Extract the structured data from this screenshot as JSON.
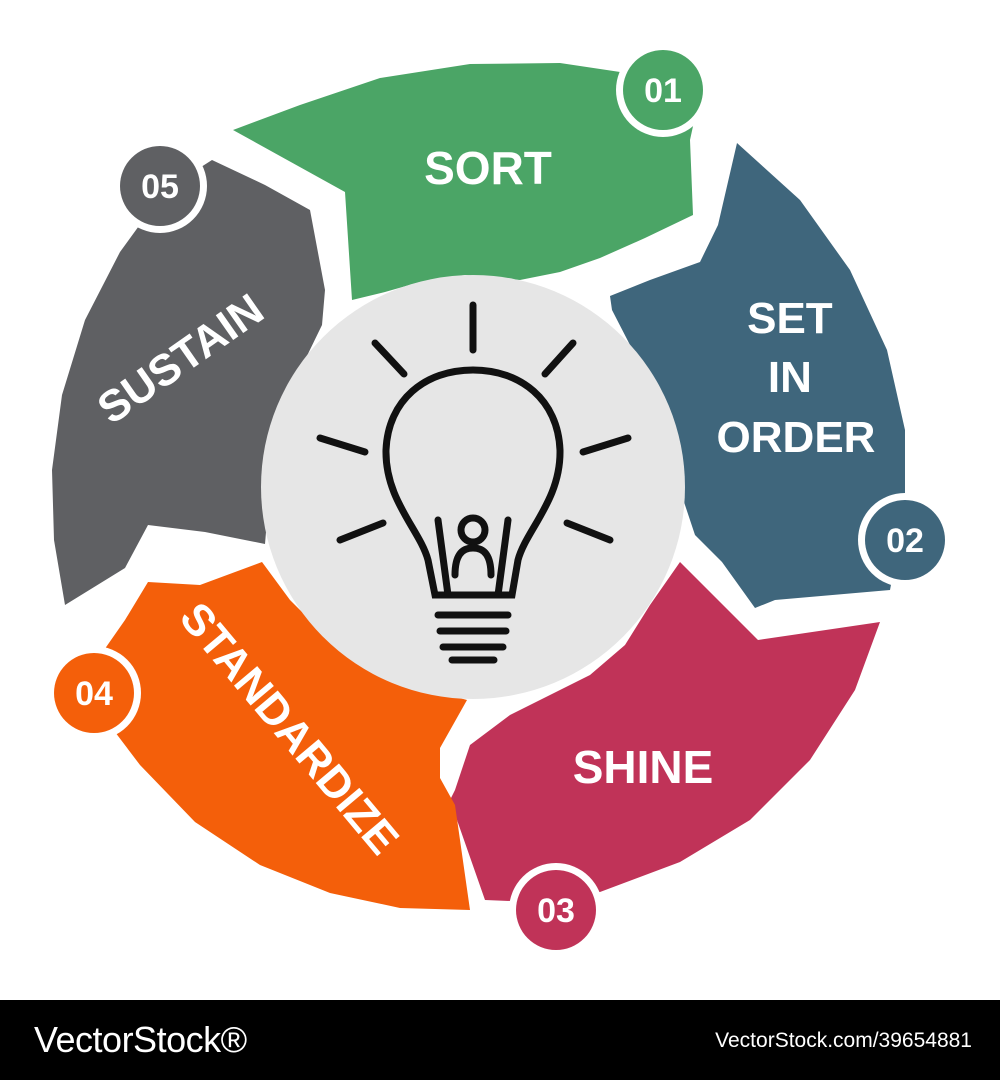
{
  "diagram": {
    "colors": {
      "sort": "#4ba566",
      "set_in_order": "#3f667c",
      "shine": "#c03358",
      "standardize": "#f45f0a",
      "sustain": "#5f6063",
      "center": "#e6e6e6",
      "icon": "#111111"
    },
    "segments": [
      {
        "key": "sort",
        "label": "SORT",
        "number": "01"
      },
      {
        "key": "set_in_order",
        "label_lines": [
          "SET",
          "IN",
          "ORDER"
        ],
        "number": "02"
      },
      {
        "key": "shine",
        "label": "SHINE",
        "number": "03"
      },
      {
        "key": "standardize",
        "label": "STANDARDIZE",
        "number": "04"
      },
      {
        "key": "sustain",
        "label": "SUSTAIN",
        "number": "05"
      }
    ],
    "center_icon": "lightbulb-person-icon"
  },
  "footer": {
    "brand": "VectorStock®",
    "image_id": "VectorStock.com/39654881"
  }
}
